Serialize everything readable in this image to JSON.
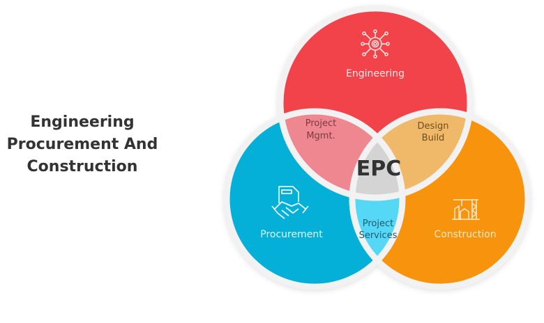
{
  "title": {
    "lines": [
      "Engineering",
      "Procurement And",
      "Construction"
    ]
  },
  "diagram": {
    "center": "EPC",
    "sets": [
      {
        "label": "Engineering",
        "icon": "gear-circuit-icon",
        "color": "#f2434a"
      },
      {
        "label": "Procurement",
        "icon": "handshake-document-icon",
        "color": "#05b0d8"
      },
      {
        "label": "Construction",
        "icon": "crane-building-icon",
        "color": "#f7930c"
      }
    ],
    "overlaps": {
      "engineering_procurement": {
        "lines": [
          "Project",
          "Mgmt."
        ],
        "color": "#ef8790"
      },
      "engineering_construction": {
        "lines": [
          "Design",
          "Build"
        ],
        "color": "#f0b96a"
      },
      "procurement_construction": {
        "lines": [
          "Project",
          "Services"
        ],
        "color": "#55d8f5"
      },
      "all": {
        "color": "#d4d4d4"
      }
    }
  }
}
